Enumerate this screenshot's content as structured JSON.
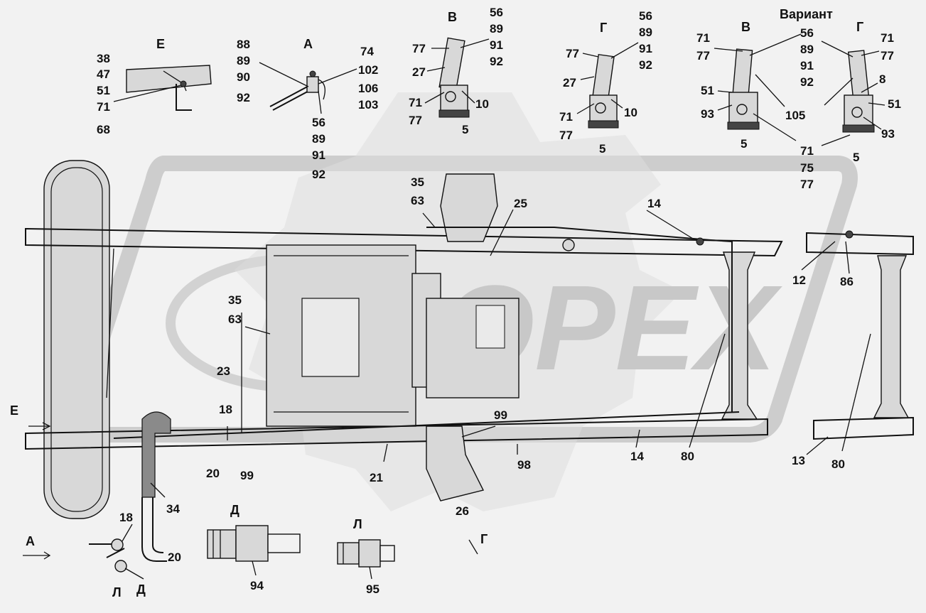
{
  "watermark": "OPEX",
  "views": {
    "E": {
      "title": "Е",
      "labels": [
        "38",
        "47",
        "51",
        "71",
        "68"
      ]
    },
    "A": {
      "title": "А",
      "left_labels": [
        "88",
        "89",
        "90",
        "92"
      ],
      "right_labels": [
        "74",
        "102",
        "106",
        "103"
      ],
      "bottom_labels": [
        "56",
        "89",
        "91",
        "92"
      ]
    },
    "B1": {
      "title": "В",
      "right_labels": [
        "56",
        "89",
        "91",
        "92"
      ],
      "l77": "77",
      "l27": "27",
      "l71": "71",
      "l77b": "77",
      "l10": "10",
      "l5": "5"
    },
    "G1": {
      "title": "Г",
      "right_labels": [
        "56",
        "89",
        "91",
        "92"
      ],
      "l77": "77",
      "l27": "27",
      "l71": "71",
      "l77b": "77",
      "l10": "10",
      "l5": "5"
    },
    "variant": {
      "title": "Вариант",
      "b_title": "В",
      "g_title": "Г",
      "mid_labels": [
        "56",
        "89",
        "91",
        "92"
      ],
      "left_labels": [
        "71",
        "77"
      ],
      "right_labels": [
        "71",
        "77"
      ],
      "l8": "8",
      "l51a": "51",
      "l51b": "51",
      "l93a": "93",
      "l93b": "93",
      "l105": "105",
      "l5a": "5",
      "l5b": "5",
      "bottom_labels": [
        "71",
        "75",
        "77"
      ]
    }
  },
  "main": {
    "l35a": "35",
    "l63a": "63",
    "l25": "25",
    "l14a": "14",
    "l12": "12",
    "l86": "86",
    "l35b": "35",
    "l63b": "63",
    "l23": "23",
    "l18a": "18",
    "lE": "Е",
    "l20a": "20",
    "l99a": "99",
    "l21": "21",
    "l99b": "99",
    "l98": "98",
    "l14b": "14",
    "l80a": "80",
    "l13": "13",
    "l80b": "80",
    "l26": "26",
    "lG": "Г",
    "l34": "34",
    "lA": "А",
    "l18b": "18",
    "l20b": "20",
    "lL": "Л",
    "lD": "Д"
  },
  "details": {
    "D": {
      "title": "Д",
      "number": "94"
    },
    "L": {
      "title": "Л",
      "number": "95"
    }
  }
}
